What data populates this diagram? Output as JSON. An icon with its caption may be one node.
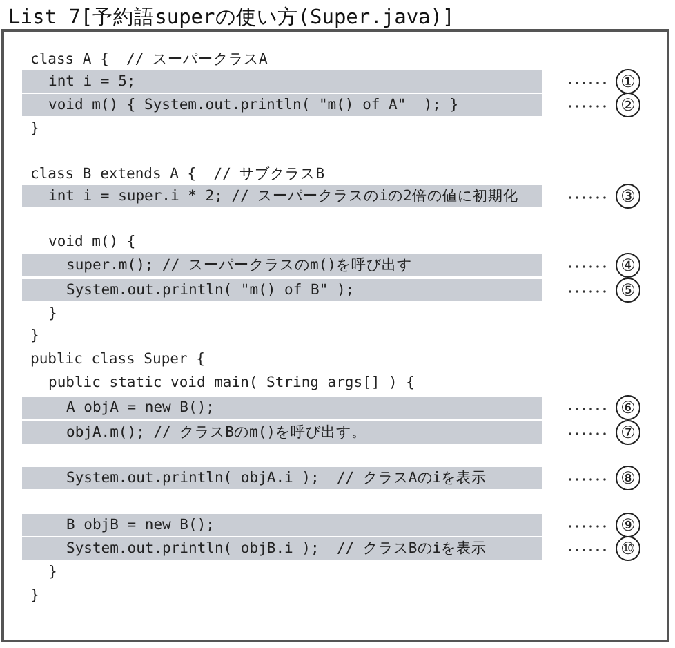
{
  "diagram": {
    "title": "List 7[予約語superの使い方(Super.java)]",
    "nodes": [
      {
        "text": [
          "int i = 5;"
        ]
      },
      {
        "text": [
          "void m() { System.out.println( \"m() of A\"  ); }"
        ]
      },
      {
        "text": [
          "int i = super.i * 2; // スーパークラスのiの2倍の値に初期化"
        ]
      },
      {
        "text": [
          "super.m(); // スーパークラスのm()を呼び出す"
        ]
      },
      {
        "text": [
          "System.out.println( \"m() of B\" );"
        ]
      },
      {
        "text": [
          "A objA = new B();"
        ]
      },
      {
        "text": [
          "objA.m(); // クラスBのm()を呼び出す。"
        ]
      },
      {
        "text": [
          "System.out.println( objA.i );  // クラスAのiを表示"
        ]
      },
      {
        "text": [
          "B objB = new B();"
        ]
      },
      {
        "text": [
          "System.out.println( objB.i );  // クラスBのiを表示"
        ]
      }
    ],
    "labels": [
      "class A {  // スーパークラスA",
      "①",
      "②",
      "}",
      "class B extends A {  // サブクラスB",
      "③",
      "void m() {",
      "④",
      "⑤",
      "}",
      "}",
      "public class Super {",
      "public static void main( String args[] ) {",
      "⑥",
      "⑦",
      "⑧",
      "⑨",
      "⑩",
      "}",
      "}"
    ]
  }
}
